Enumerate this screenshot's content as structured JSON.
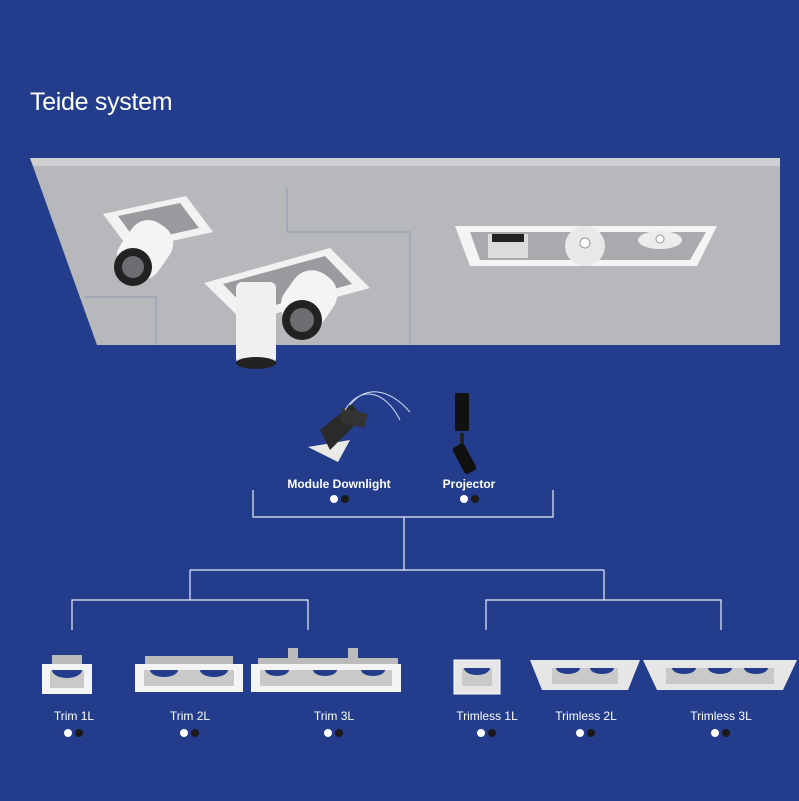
{
  "title": "Teide system",
  "modules": [
    {
      "label": "Module Downlight",
      "finishes": [
        "white",
        "black"
      ]
    },
    {
      "label": "Projector",
      "finishes": [
        "white",
        "black"
      ]
    }
  ],
  "trims": [
    {
      "label": "Trim 1L",
      "finishes": [
        "white",
        "black"
      ]
    },
    {
      "label": "Trim 2L",
      "finishes": [
        "white",
        "black"
      ]
    },
    {
      "label": "Trim 3L",
      "finishes": [
        "white",
        "black"
      ]
    },
    {
      "label": "Trimless 1L",
      "finishes": [
        "white",
        "black"
      ]
    },
    {
      "label": "Trimless 2L",
      "finishes": [
        "white",
        "black"
      ]
    },
    {
      "label": "Trimless 3L",
      "finishes": [
        "white",
        "black"
      ]
    }
  ],
  "colors": {
    "background": "#233d8c",
    "ceiling": "#b9babd",
    "finish_white": "#ffffff",
    "finish_black": "#1a1a1a"
  }
}
